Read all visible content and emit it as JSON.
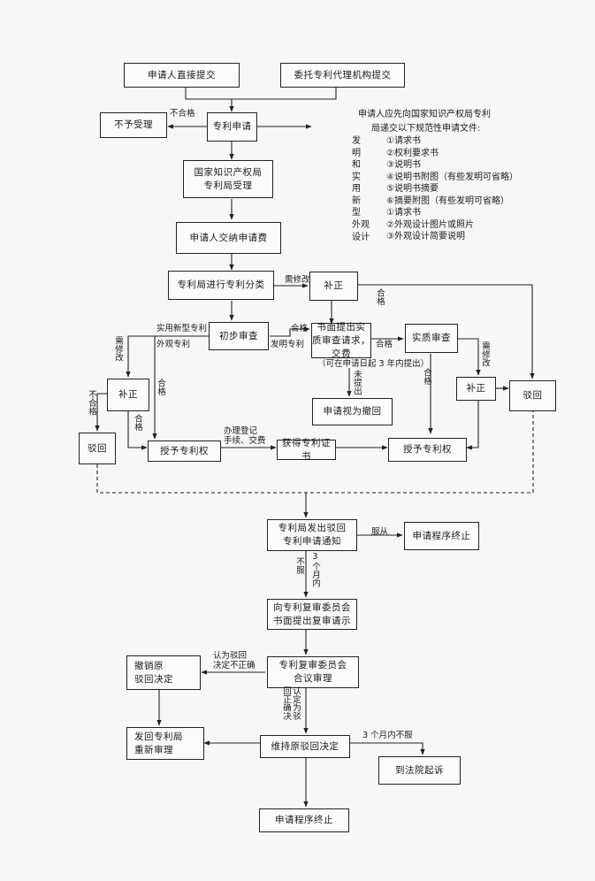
{
  "boxes": {
    "direct": "申请人直接提交",
    "agency": "委托专利代理机构提交",
    "reject": "不予受理",
    "apply": "专利申请",
    "office": "国家知识产权局\n专利局受理",
    "fee": "申请人交纳申请费",
    "classify": "专利局进行专利分类",
    "correct1": "补正",
    "prelim": "初步审查",
    "request": "书面提出实\n质审查请求，\n交费",
    "substantive": "实质审查",
    "correct2": "补正",
    "correct3": "补正",
    "rejected1": "驳回",
    "rejected2": "驳回",
    "withdrawn": "申请视为撤回",
    "grant1": "授予专利权",
    "certificate": "获得专利证书",
    "grant2": "授予专利权",
    "notice": "专利局发出驳回\n专利申请通知",
    "terminate1": "申请程序终止",
    "reexam_request": "向专利复审委员会\n书面提出复审请示",
    "committee": "专利复审委员会\n合议审理",
    "revoke": "撤销原\n驳回决定",
    "return": "发回专利局\n重新审理",
    "maintain": "维持原驳回决定",
    "court": "到法院起诉",
    "terminate2": "申请程序终止"
  },
  "labels": {
    "unqualified": "不合格",
    "needs_mod_top": "需修改",
    "qualified_a": "合格",
    "utility": "实用新型专利",
    "design": "外观专利",
    "invention": "发明专利",
    "qualified_b": "合格",
    "qualified_c": "合格",
    "deadline": "（可在申请日起 3 年内提出）",
    "not_submitted": "未提出",
    "qualified_d": "合格",
    "needs_mod_right": "需修改",
    "needs_mod_left": "需修改",
    "unqualified_left": "不合格",
    "qualified_e": "合格",
    "qualified_f": "合格",
    "register": "办理登记\n手续、交费",
    "comply": "服从",
    "disagree": "不服",
    "within3": "3个月内",
    "wrong_decision": "认为驳回\n决定不正确",
    "correct_decision": "认定为驳回正确决",
    "court_condition": "3 个月内不服"
  },
  "note": {
    "heading1": "申请人应先向国家知识产权局专利",
    "heading2": "局递交以下规范性申请文件:",
    "types_a": "发\n明\n和\n实\n用\n新\n型",
    "docs_a": "①请求书\n②权利要求书\n③说明书\n④说明书附图（有些发明可省略）\n⑤说明书摘要\n⑥摘要附图（有些发明可省略）",
    "types_b": "外观\n设计",
    "docs_b": "①请求书\n②外观设计图片或照片\n③外观设计简要说明"
  }
}
